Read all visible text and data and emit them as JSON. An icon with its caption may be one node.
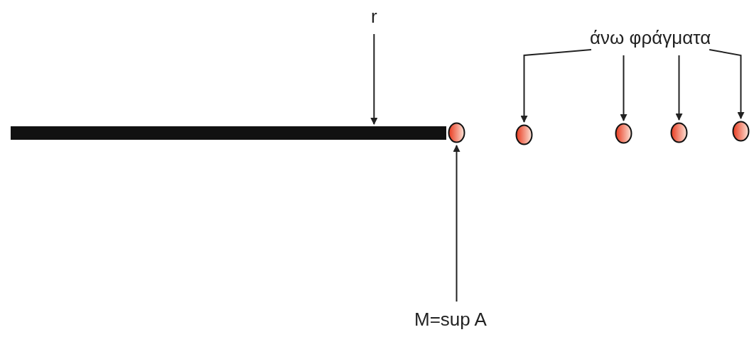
{
  "diagram": {
    "nodes": [
      {
        "text": [
          "r"
        ]
      },
      {
        "text": [],
        "shape": "bar"
      },
      {
        "text": [],
        "shape": "circle"
      },
      {
        "text": [],
        "shape": "circle"
      },
      {
        "text": [],
        "shape": "circle"
      },
      {
        "text": [],
        "shape": "circle"
      },
      {
        "text": [],
        "shape": "circle"
      },
      {
        "text": [
          "άνω φράγματα"
        ]
      },
      {
        "text": [
          "M=sup A"
        ]
      }
    ],
    "edges": [
      {
        "from": 0,
        "to": 1,
        "arrow": "to"
      },
      {
        "from": 7,
        "to": 3,
        "arrow": "to"
      },
      {
        "from": 7,
        "to": 4,
        "arrow": "to"
      },
      {
        "from": 7,
        "to": 5,
        "arrow": "to"
      },
      {
        "from": 7,
        "to": 6,
        "arrow": "to"
      },
      {
        "from": 8,
        "to": 2,
        "arrow": "to"
      }
    ]
  }
}
